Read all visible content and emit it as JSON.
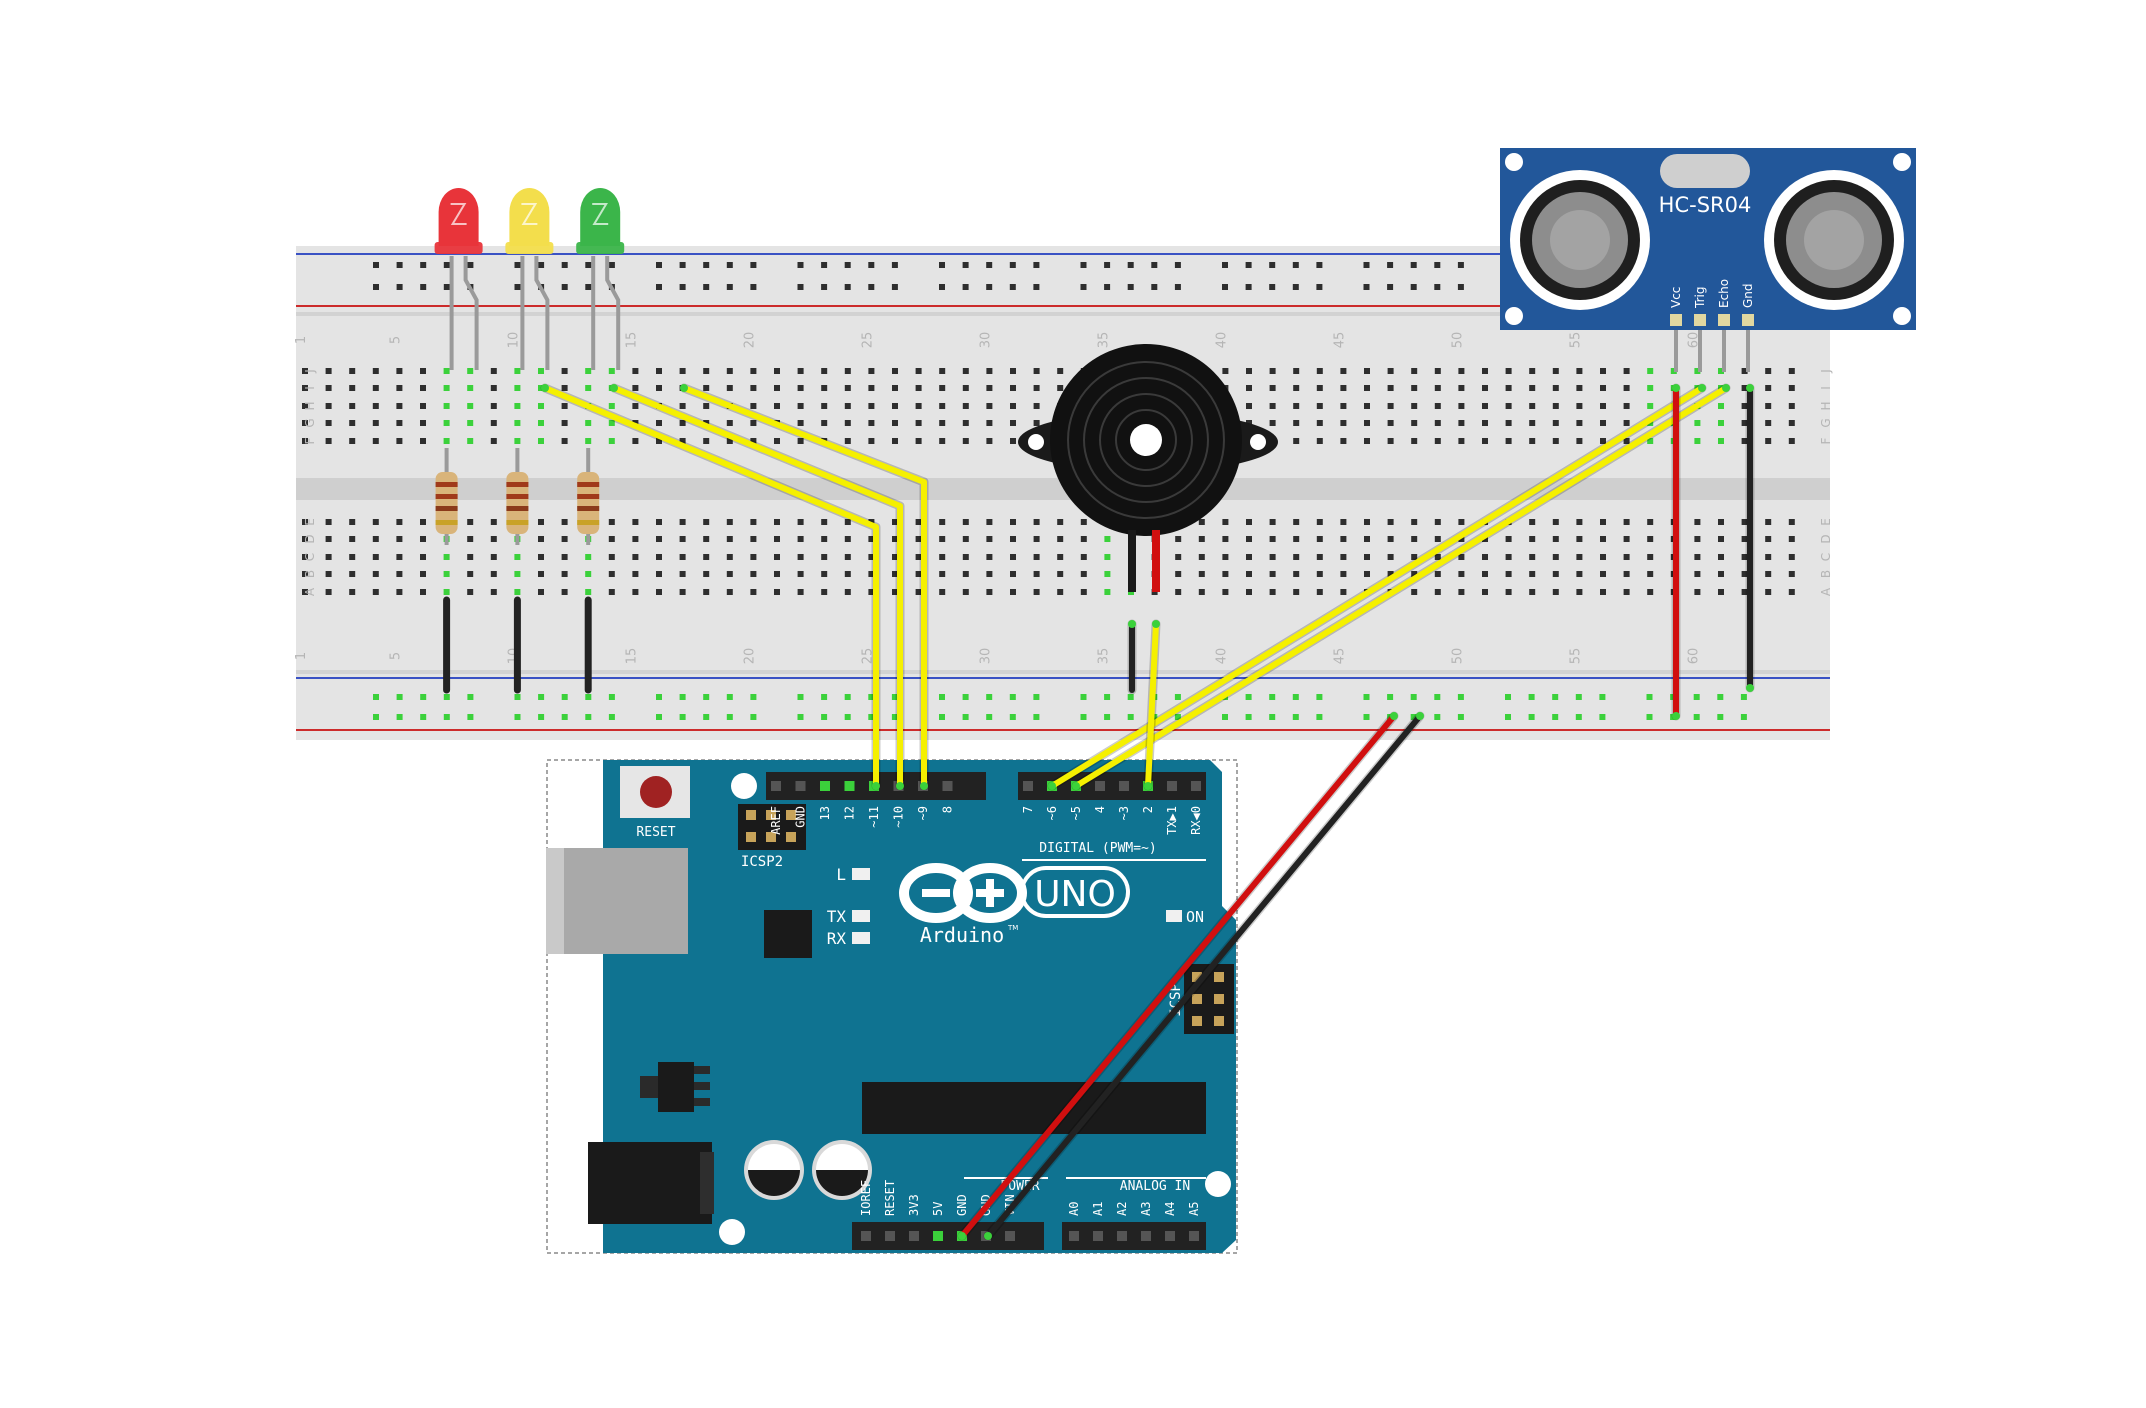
{
  "breadboard": {
    "column_labels": [
      "1",
      "5",
      "10",
      "15",
      "20",
      "25",
      "30",
      "35",
      "40",
      "45",
      "50",
      "55",
      "60"
    ],
    "row_labels_top": [
      "J",
      "I",
      "H",
      "G",
      "F"
    ],
    "row_labels_bottom": [
      "E",
      "D",
      "C",
      "B",
      "A"
    ]
  },
  "leds": [
    {
      "name": "led-red",
      "color": "#e8343a"
    },
    {
      "name": "led-yellow",
      "color": "#f3de4c"
    },
    {
      "name": "led-green",
      "color": "#3bb54a"
    }
  ],
  "sensor": {
    "model": "HC-SR04",
    "pins": [
      "Vcc",
      "Trig",
      "Echo",
      "Gnd"
    ]
  },
  "arduino": {
    "reset_label": "RESET",
    "icsp2_label": "ICSP2",
    "icsp_label": "ICSP",
    "led_l": "L",
    "led_tx": "TX",
    "led_rx": "RX",
    "led_on": "ON",
    "brand": "Arduino",
    "tm": "TM",
    "model": "UNO",
    "digital_label": "DIGITAL (PWM=~)",
    "analog_label": "ANALOG IN",
    "power_label": "POWER",
    "digital_pins_left": [
      "AREF",
      "GND",
      "13",
      "12",
      "~11",
      "~10",
      "~9",
      "8"
    ],
    "digital_pins_right": [
      "7",
      "~6",
      "~5",
      "4",
      "~3",
      "2",
      "TX▶1",
      "RX◀0"
    ],
    "power_pins": [
      "IOREF",
      "RESET",
      "3V3",
      "5V",
      "GND",
      "GND",
      "VIN"
    ],
    "analog_pins": [
      "A0",
      "A1",
      "A2",
      "A3",
      "A4",
      "A5"
    ]
  },
  "colors": {
    "board": "#0f7391",
    "wire_signal": "#f5f000",
    "wire_power": "#d10f0f",
    "wire_ground": "#222222",
    "breadboard": "#e4e4e4",
    "sensor_pcb": "#22579a"
  }
}
